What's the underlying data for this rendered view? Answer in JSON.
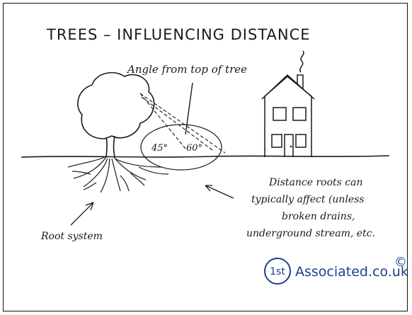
{
  "diagram": {
    "title": "TREES – INFLUENCING DISTANCE",
    "labels": {
      "angle_from_top": "Angle from top of tree",
      "angle_45": "45°",
      "angle_60": "60°",
      "distance_line1": "Distance roots can",
      "distance_line2": "typically affect (unless",
      "distance_line3": "broken drains,",
      "distance_line4": "underground stream, etc.",
      "root_system": "Root system"
    },
    "logo": {
      "badge": "1st",
      "text": "Associated.co.uk",
      "copyright": "©"
    }
  },
  "colors": {
    "ink": "#1a1a1a",
    "logo_blue": "#1e3f8a",
    "background": "#ffffff"
  }
}
